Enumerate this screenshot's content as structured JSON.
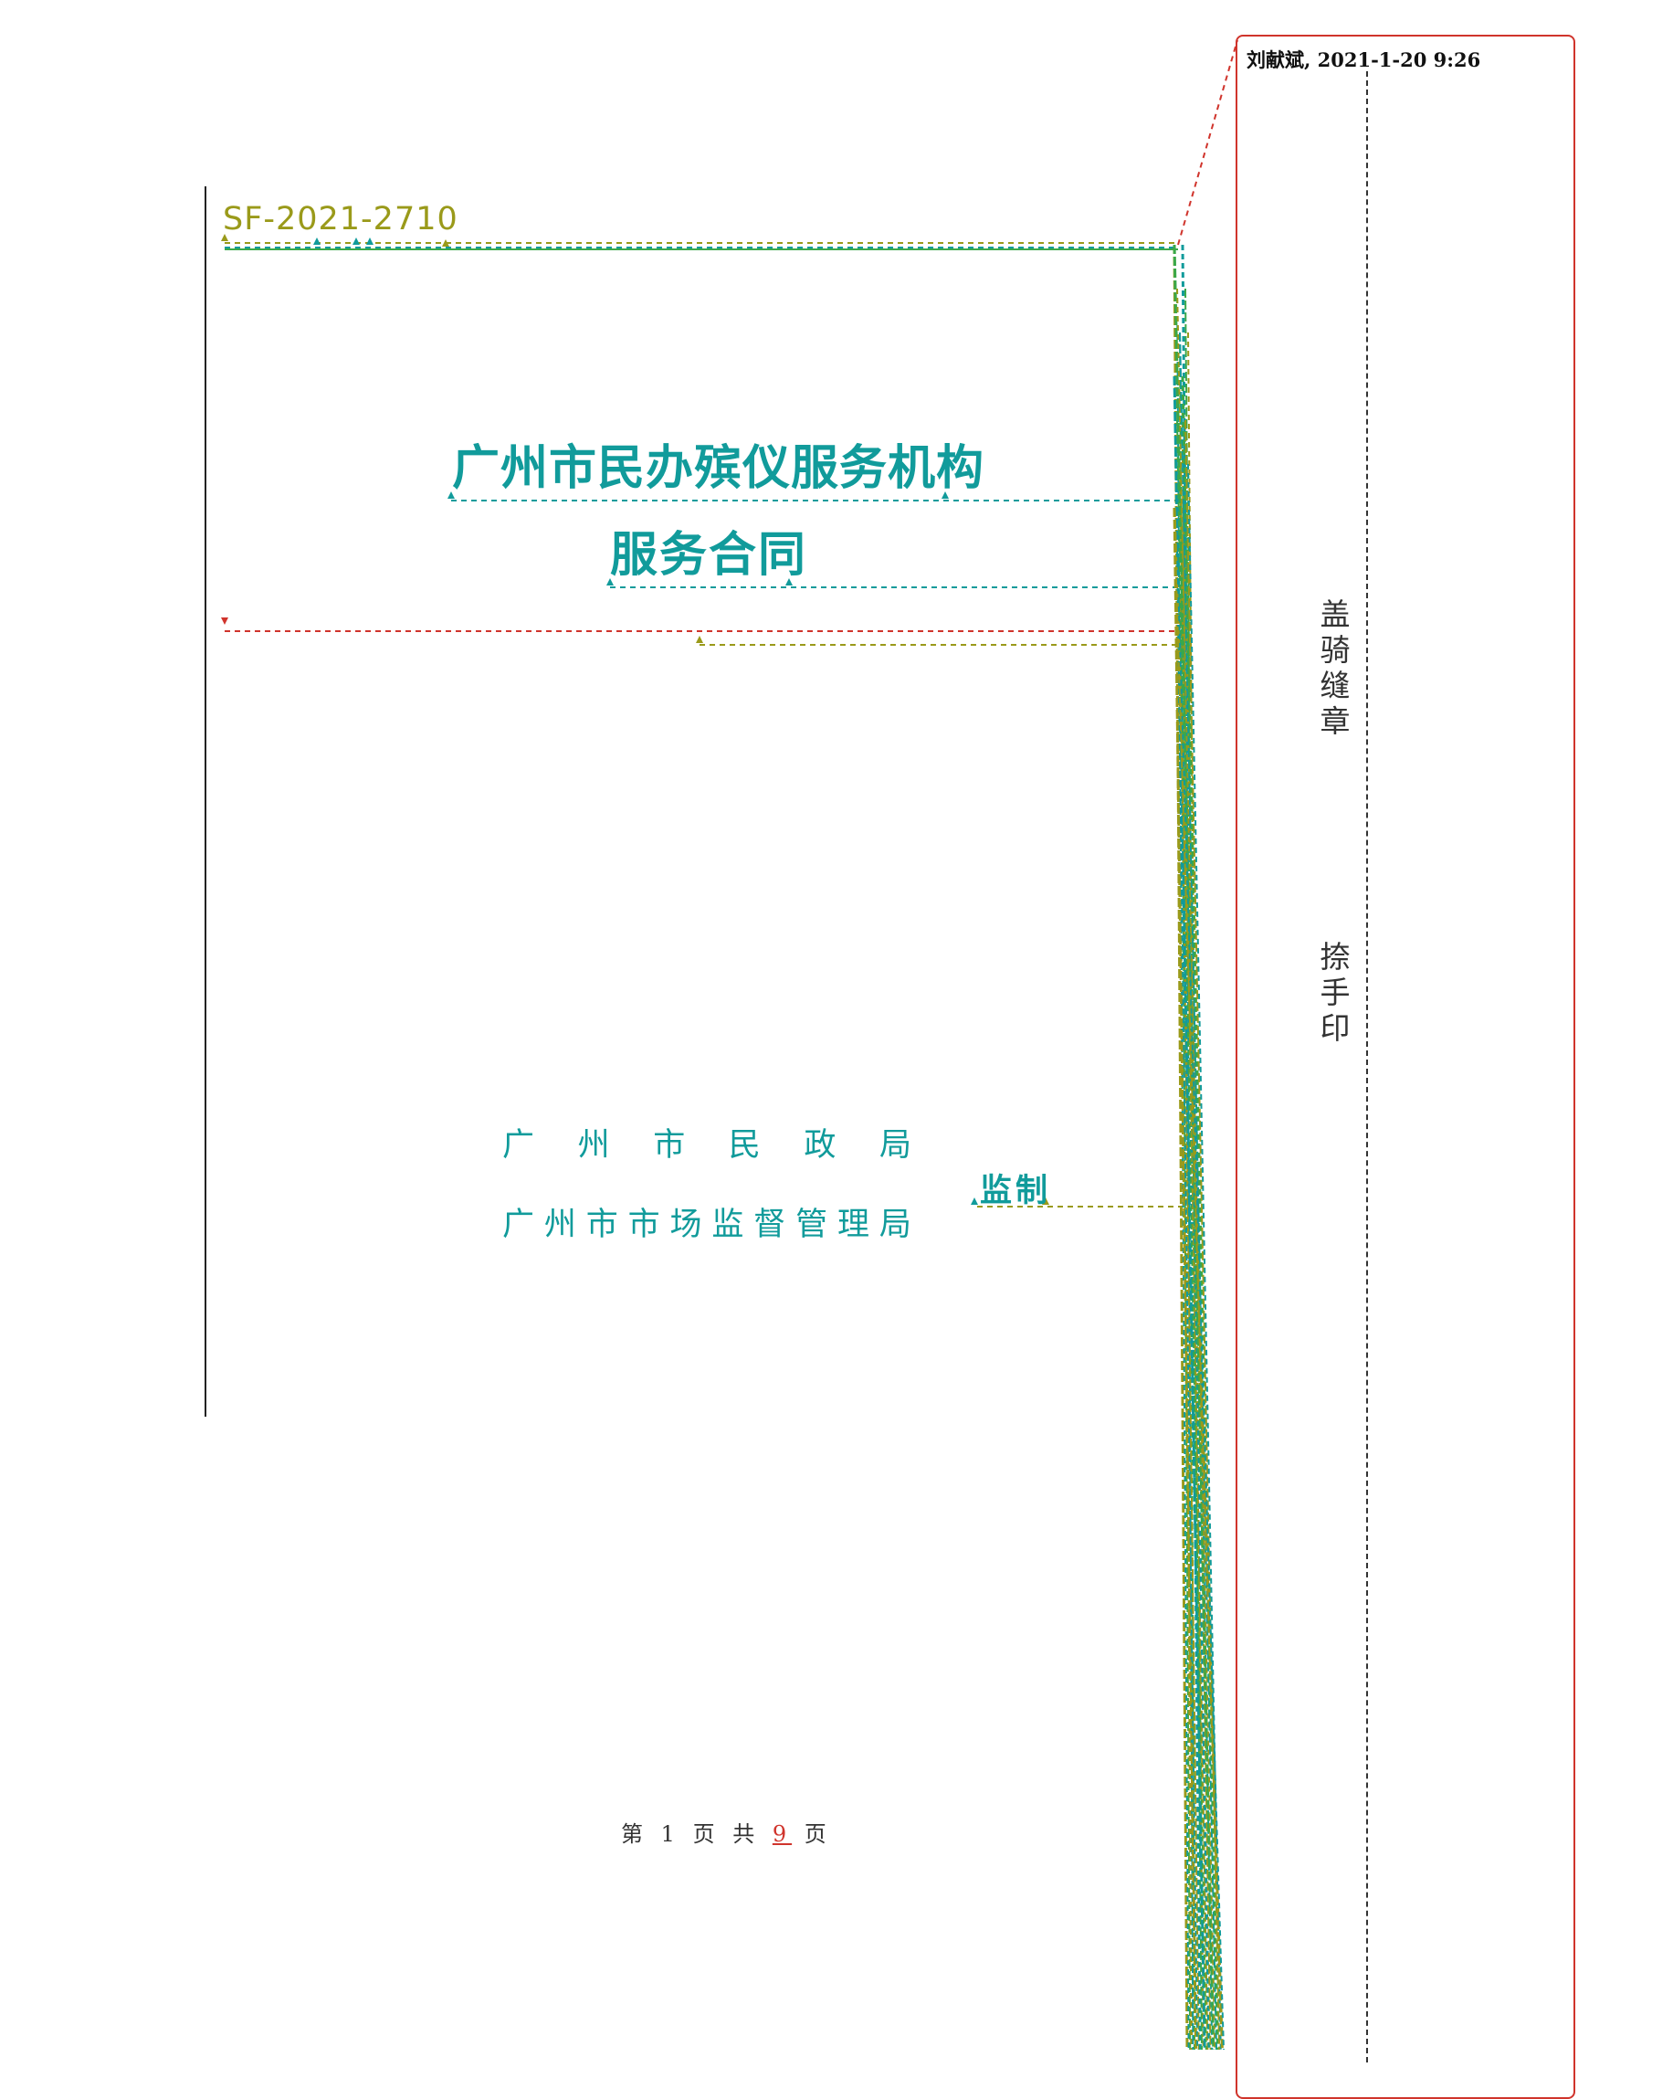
{
  "document": {
    "contract_number": "SF-2021-2710",
    "title_line1": "广州市民办殡仪服务机构",
    "title_line2": "服务合同",
    "issuer_line1": [
      "广",
      "州",
      "市",
      "民",
      "政",
      "局"
    ],
    "issuer_line2": [
      "广",
      "州",
      "市",
      "市",
      "场",
      "监",
      "督",
      "管",
      "理",
      "局"
    ],
    "supervised_label": "监制",
    "footer": {
      "prefix": "第",
      "current_page": "1",
      "middle": "页 共",
      "total_pages": "9",
      "suffix": "页"
    }
  },
  "review_margin": {
    "comment_author_time": "刘献斌, 2021-1-20 9:26",
    "seal_text": "盖骑缝章",
    "thumbprint_text": "捺手印"
  },
  "colors": {
    "teal": "#119b9b",
    "olive": "#9a9a1a",
    "red": "#d0342c",
    "green": "#3aa84a"
  }
}
